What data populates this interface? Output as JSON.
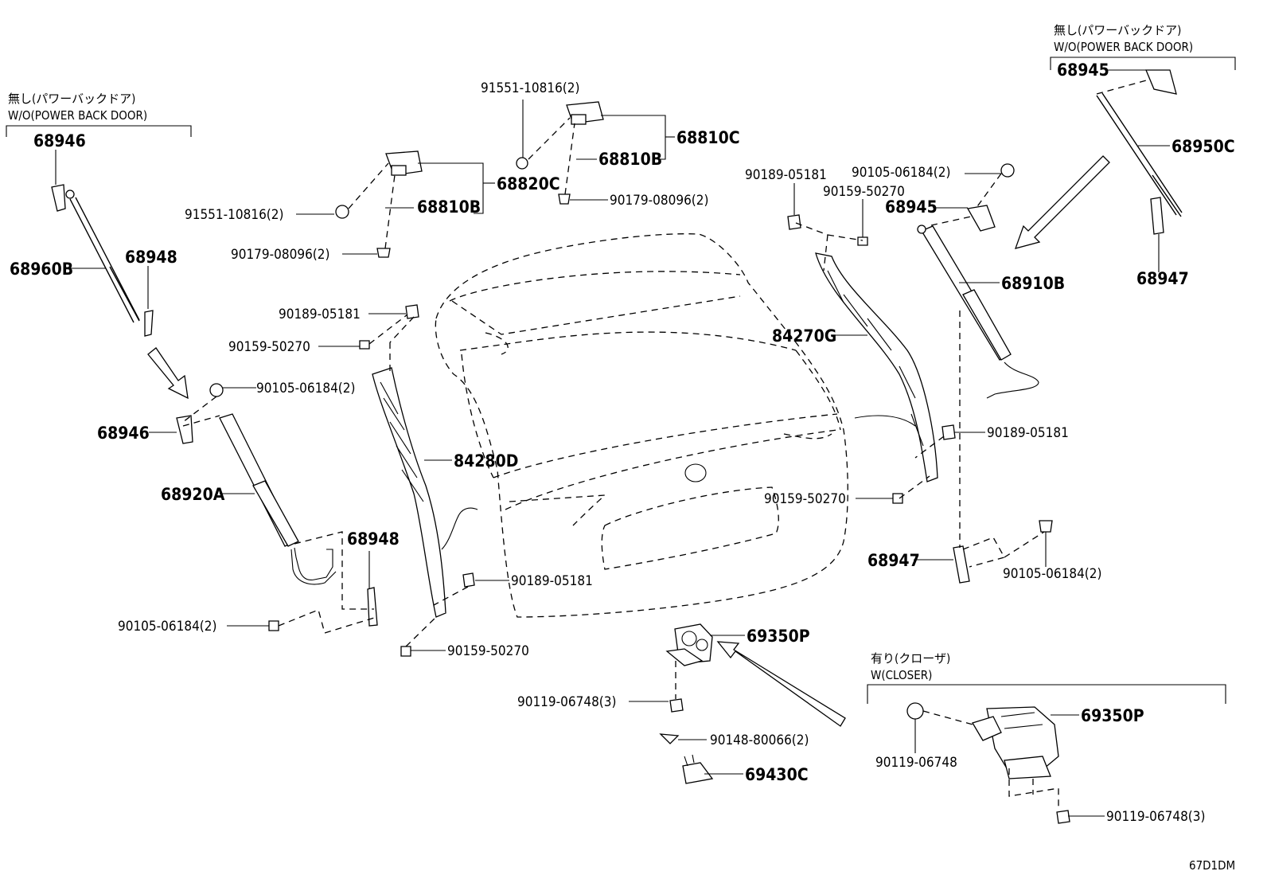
{
  "notes": {
    "left_jp": "無し(パワーバックドア)",
    "left_en": "W/O(POWER BACK DOOR)",
    "right_jp": "無し(パワーバックドア)",
    "right_en": "W/O(POWER BACK DOOR)",
    "closer_jp": "有り(クローザ)",
    "closer_en": "W(CLOSER)"
  },
  "labels": {
    "p68946_top": "68946",
    "p68960B": "68960B",
    "p68948_top": "68948",
    "p68946_mid": "68946",
    "p68920A": "68920A",
    "p68948_low": "68948",
    "p90105_left_low": "90105-06184(2)",
    "p90105_left_mid": "90105-06184(2)",
    "p91551_left": "91551-10816(2)",
    "p90179_left": "90179-08096(2)",
    "p68810B_left": "68810B",
    "p68820C": "68820C",
    "p91551_top": "91551-10816(2)",
    "p68810C": "68810C",
    "p68810B_top": "68810B",
    "p90179_top": "90179-08096(2)",
    "p90189_left": "90189-05181",
    "p90159_left": "90159-50270",
    "p84280D": "84280D",
    "p90189_bottom": "90189-05181",
    "p90159_bottom": "90159-50270",
    "p69350P_center": "69350P",
    "p90119_center": "90119-06748(3)",
    "p90148": "90148-80066(2)",
    "p69430C": "69430C",
    "p90189_right_top": "90189-05181",
    "p90159_right_top": "90159-50270",
    "p90105_right_top": "90105-06184(2)",
    "p68945_mid": "68945",
    "p84270G": "84270G",
    "p68910B": "68910B",
    "p90189_right_mid": "90189-05181",
    "p90159_right_mid": "90159-50270",
    "p68947_low": "68947",
    "p90105_right_low": "90105-06184(2)",
    "p68945_top": "68945",
    "p68950C": "68950C",
    "p68947_top": "68947",
    "p69350P_closer": "69350P",
    "p90119_closer": "90119-06748",
    "p90119_closer_low": "90119-06748(3)"
  },
  "diagram_code": "67D1DM"
}
